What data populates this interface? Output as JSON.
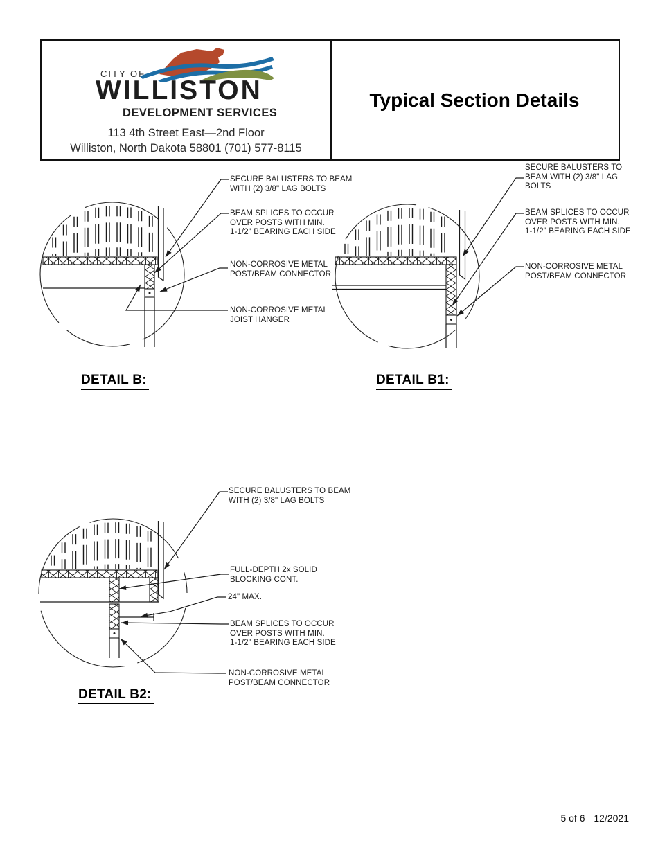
{
  "header": {
    "logo_city_of": "CITY OF",
    "logo_name": "WILLISTON",
    "logo_subtitle": "DEVELOPMENT SERVICES",
    "address_line1": "113 4th Street East—2nd Floor",
    "address_line2": "Williston, North Dakota 58801 (701) 577-8115",
    "title": "Typical Section Details"
  },
  "details": {
    "b": {
      "caption": "DETAIL B:",
      "annotations": {
        "secure_balusters": "SECURE BALUSTERS TO BEAM\nWITH (2) 3/8\" LAG BOLTS",
        "beam_splices": "BEAM SPLICES TO OCCUR\nOVER POSTS WITH MIN.\n1-1/2\" BEARING EACH SIDE",
        "post_beam_connector": "NON-CORROSIVE METAL\nPOST/BEAM CONNECTOR",
        "joist_hanger": "NON-CORROSIVE METAL\nJOIST HANGER"
      }
    },
    "b1": {
      "caption": "DETAIL B1:",
      "annotations": {
        "secure_balusters": "SECURE BALUSTERS TO\nBEAM WITH (2) 3/8\" LAG\nBOLTS",
        "beam_splices": "BEAM SPLICES TO OCCUR\nOVER POSTS WITH MIN.\n1-1/2\" BEARING EACH SIDE",
        "post_beam_connector": "NON-CORROSIVE METAL\nPOST/BEAM CONNECTOR"
      }
    },
    "b2": {
      "caption": "DETAIL B2:",
      "annotations": {
        "secure_balusters": "SECURE BALUSTERS TO BEAM\nWITH (2) 3/8\" LAG BOLTS",
        "blocking": "FULL-DEPTH 2x SOLID\nBLOCKING CONT.",
        "max_spacing": "24\" MAX.",
        "beam_splices": "BEAM SPLICES TO OCCUR\nOVER POSTS WITH MIN.\n1-1/2\" BEARING EACH SIDE",
        "post_beam_connector": "NON-CORROSIVE METAL\nPOST/BEAM CONNECTOR"
      }
    }
  },
  "footer": {
    "page_indicator": "5 of 6",
    "date": "12/2021"
  },
  "colors": {
    "logo_red": "#b5492c",
    "logo_blue": "#1d6ea6",
    "logo_green": "#7f9143",
    "ink": "#1a1a1a"
  }
}
